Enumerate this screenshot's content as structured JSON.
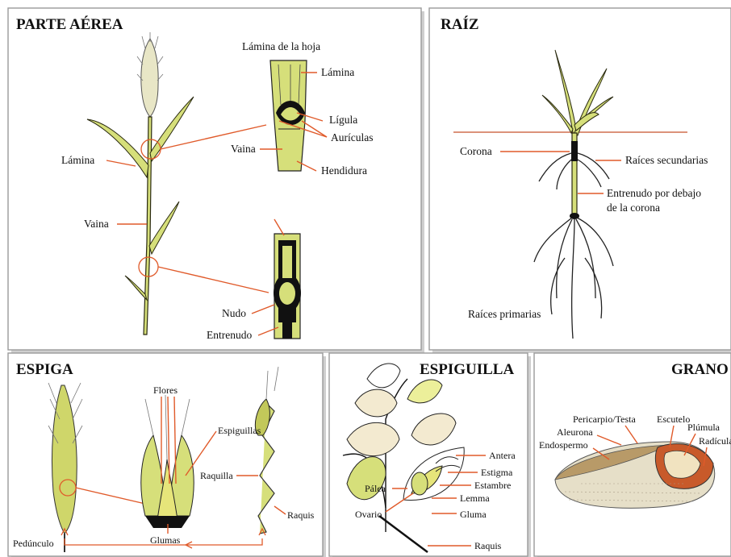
{
  "panels": {
    "parte_aerea": {
      "title": "PARTE AÉREA",
      "labels": {
        "lamina_hoja": "Lámina de la hoja",
        "lamina_top": "Lámina",
        "ligula": "Lígula",
        "auriculas": "Aurículas",
        "vaina_right": "Vaina",
        "hendidura": "Hendidura",
        "lamina_left": "Lámina",
        "vaina_left": "Vaina",
        "nudo": "Nudo",
        "entrenudo": "Entrenudo"
      }
    },
    "raiz": {
      "title": "RAÍZ",
      "labels": {
        "corona": "Corona",
        "raices_secundarias": "Raíces secundarias",
        "entrenudo_line1": "Entrenudo por debajo",
        "entrenudo_line2": "de la corona",
        "raices_primarias": "Raíces primarias"
      }
    },
    "espiga": {
      "title": "ESPIGA",
      "labels": {
        "flores": "Flores",
        "espiguillas": "Espiguillas",
        "raquilla": "Raquilla",
        "raquis": "Raquis",
        "glumas": "Glumas",
        "pedunculo": "Pedúnculo"
      }
    },
    "espiguilla": {
      "title": "ESPIGUILLA",
      "labels": {
        "antera": "Antera",
        "estigma": "Estigma",
        "estambre": "Estambre",
        "palea": "Pálea",
        "lemma": "Lemma",
        "ovario": "Ovario",
        "gluma": "Gluma",
        "raquis": "Raquis"
      }
    },
    "grano": {
      "title": "GRANO",
      "labels": {
        "pericarpio": "Pericarpio/Testa",
        "escutelo": "Escutelo",
        "aleurona": "Aleurona",
        "plumula": "Plúmula",
        "endospermo": "Endospermo",
        "radicula": "Radícula"
      }
    }
  },
  "colors": {
    "leader": "#e05a2a",
    "plant_green": "#d6df7a",
    "panel_border": "#9a9a9a"
  }
}
